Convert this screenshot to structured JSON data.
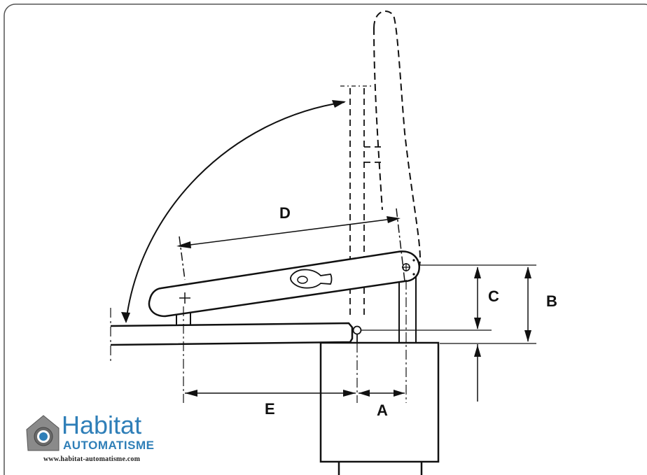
{
  "labels": {
    "a": "A",
    "b": "B",
    "c": "C",
    "d": "D",
    "e": "E"
  },
  "logo": {
    "name": "Habitat",
    "subtitle": "AUTOMATISME",
    "url": "www.habitat-automatisme.com",
    "brand_color": "#2f7fb8",
    "icon": "house-gear-icon"
  },
  "colors": {
    "line": "#111111",
    "frame": "#555555",
    "background": "#ffffff"
  }
}
